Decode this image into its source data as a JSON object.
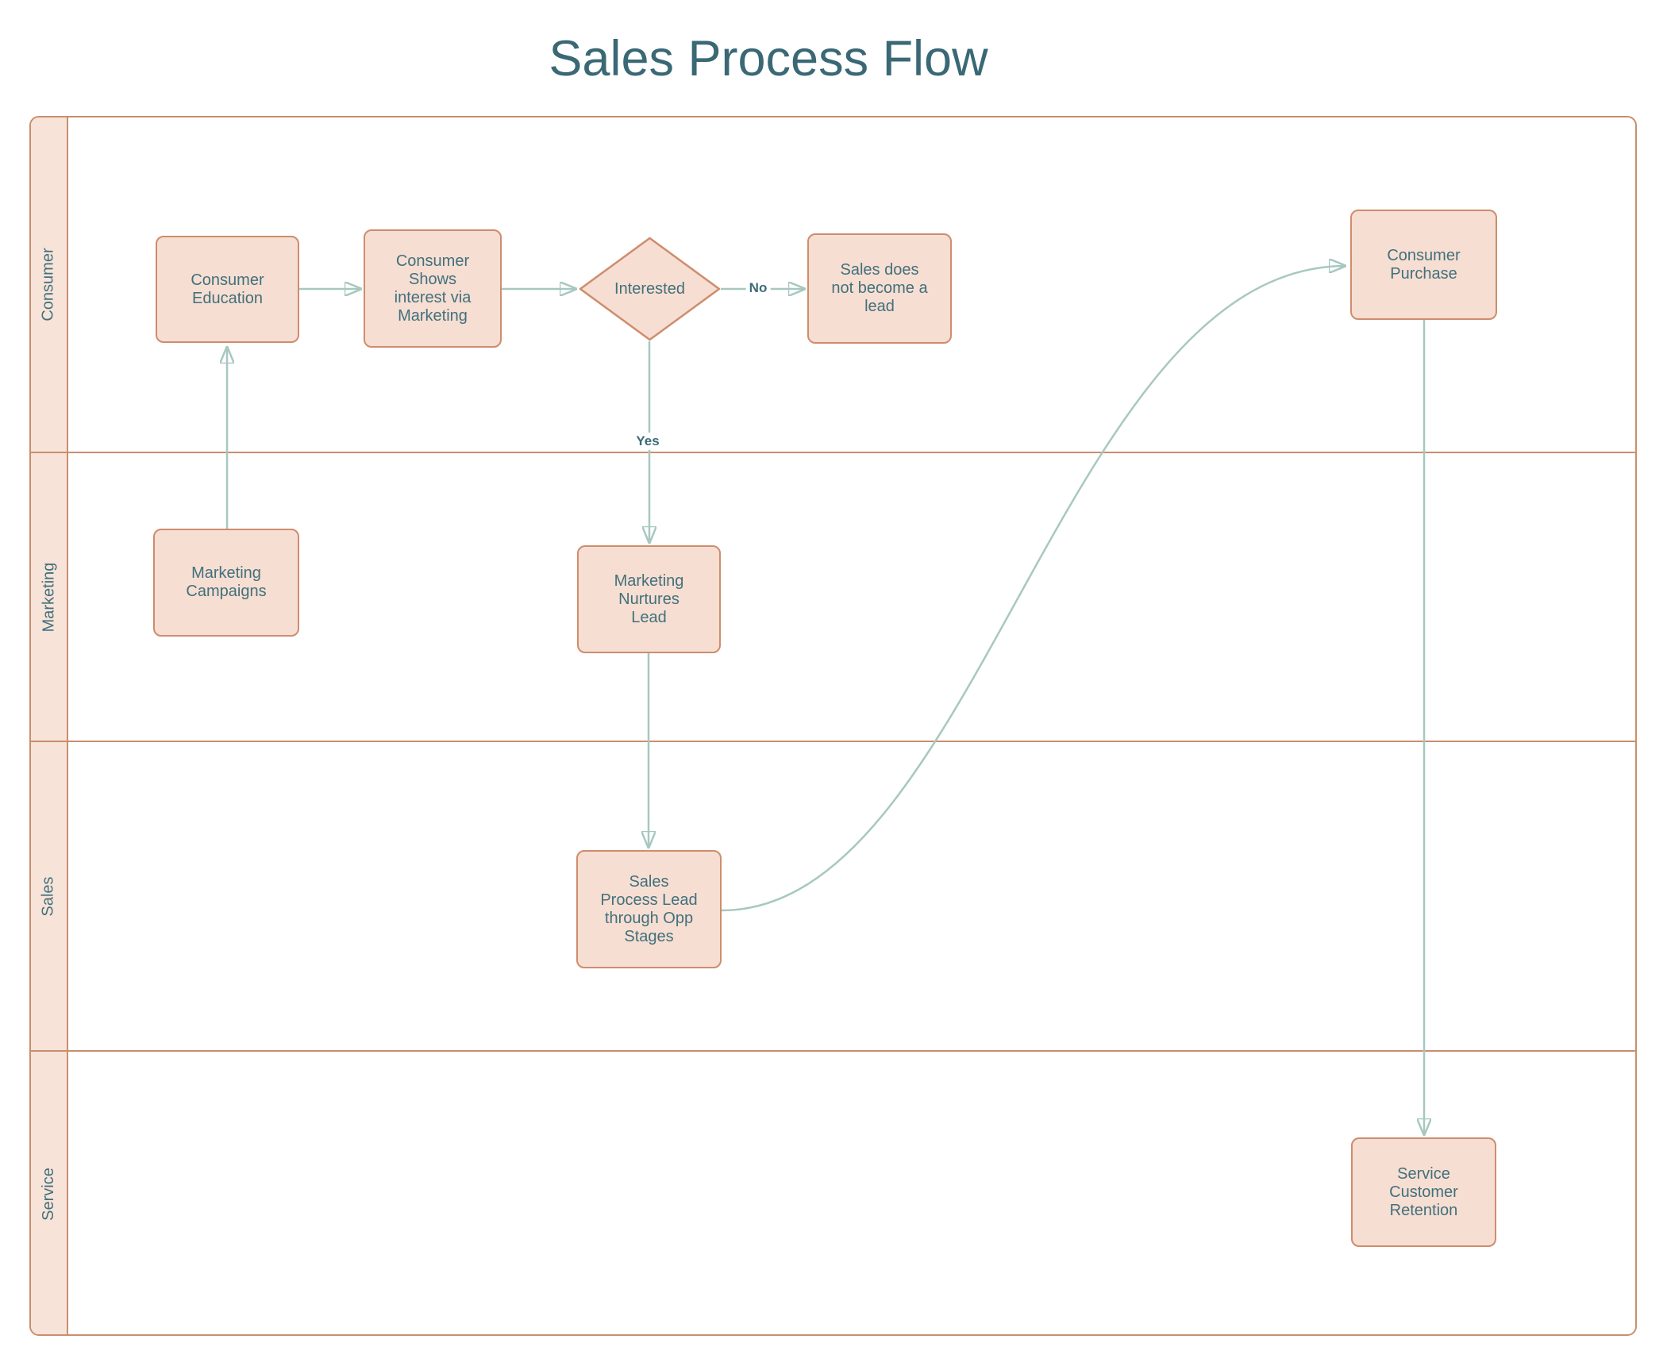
{
  "title": "Sales Process Flow",
  "lanes": [
    {
      "label": "Consumer"
    },
    {
      "label": "Marketing"
    },
    {
      "label": "Sales"
    },
    {
      "label": "Service"
    }
  ],
  "nodes": {
    "consumer_education": {
      "label": "Consumer\nEducation",
      "type": "process"
    },
    "consumer_shows_interest": {
      "label": "Consumer\nShows\ninterest via\nMarketing",
      "type": "process"
    },
    "interested": {
      "label": "Interested",
      "type": "decision"
    },
    "sales_not_lead": {
      "label": "Sales does\nnot become a\nlead",
      "type": "process"
    },
    "consumer_purchase": {
      "label": "Consumer\nPurchase",
      "type": "process"
    },
    "marketing_campaigns": {
      "label": "Marketing\nCampaigns",
      "type": "process"
    },
    "marketing_nurtures_lead": {
      "label": "Marketing\nNurtures\nLead",
      "type": "process"
    },
    "sales_process_lead": {
      "label": "Sales\nProcess Lead\nthrough Opp\nStages",
      "type": "process"
    },
    "service_customer_retention": {
      "label": "Service\nCustomer\nRetention",
      "type": "process"
    }
  },
  "edge_labels": {
    "yes": "Yes",
    "no": "No"
  },
  "colors": {
    "node_fill": "#f6ded2",
    "node_border": "#ce8d6d",
    "lane_fill": "#f7e3d8",
    "lane_border": "#c98e6e",
    "connector": "#a7c8c0",
    "text": "#42707c",
    "title": "#3a6875",
    "label": "#3c6b76",
    "bg": "#ffffff"
  }
}
